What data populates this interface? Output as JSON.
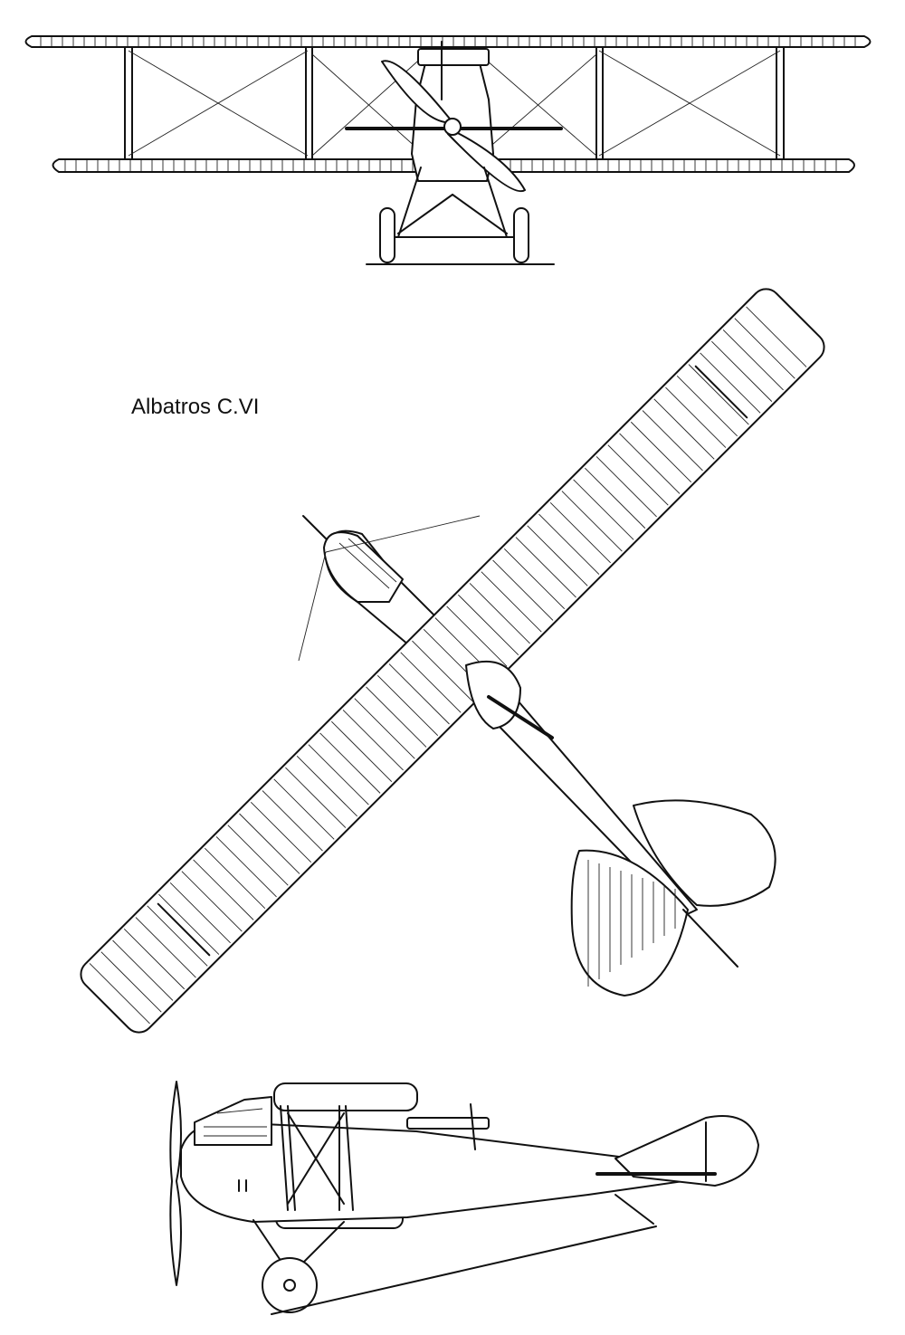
{
  "drawing": {
    "title": "Albatros C.VI",
    "views": [
      "front-view",
      "top-view",
      "side-view"
    ],
    "line_color": "#111111",
    "background": "#ffffff"
  }
}
